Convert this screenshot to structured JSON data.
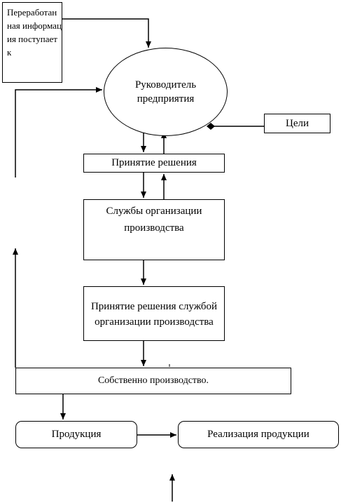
{
  "diagram": {
    "info_note": "Переработанная информация поступает к",
    "director": "Руководитель предприятия",
    "goals": "Цели",
    "decision": "Принятие решения",
    "services": "Службы организации производства",
    "services_decision": "Принятие решения службой организации производства",
    "production": "Собственно производство.",
    "products": "Продукция",
    "realization": "Реализация продукции"
  }
}
